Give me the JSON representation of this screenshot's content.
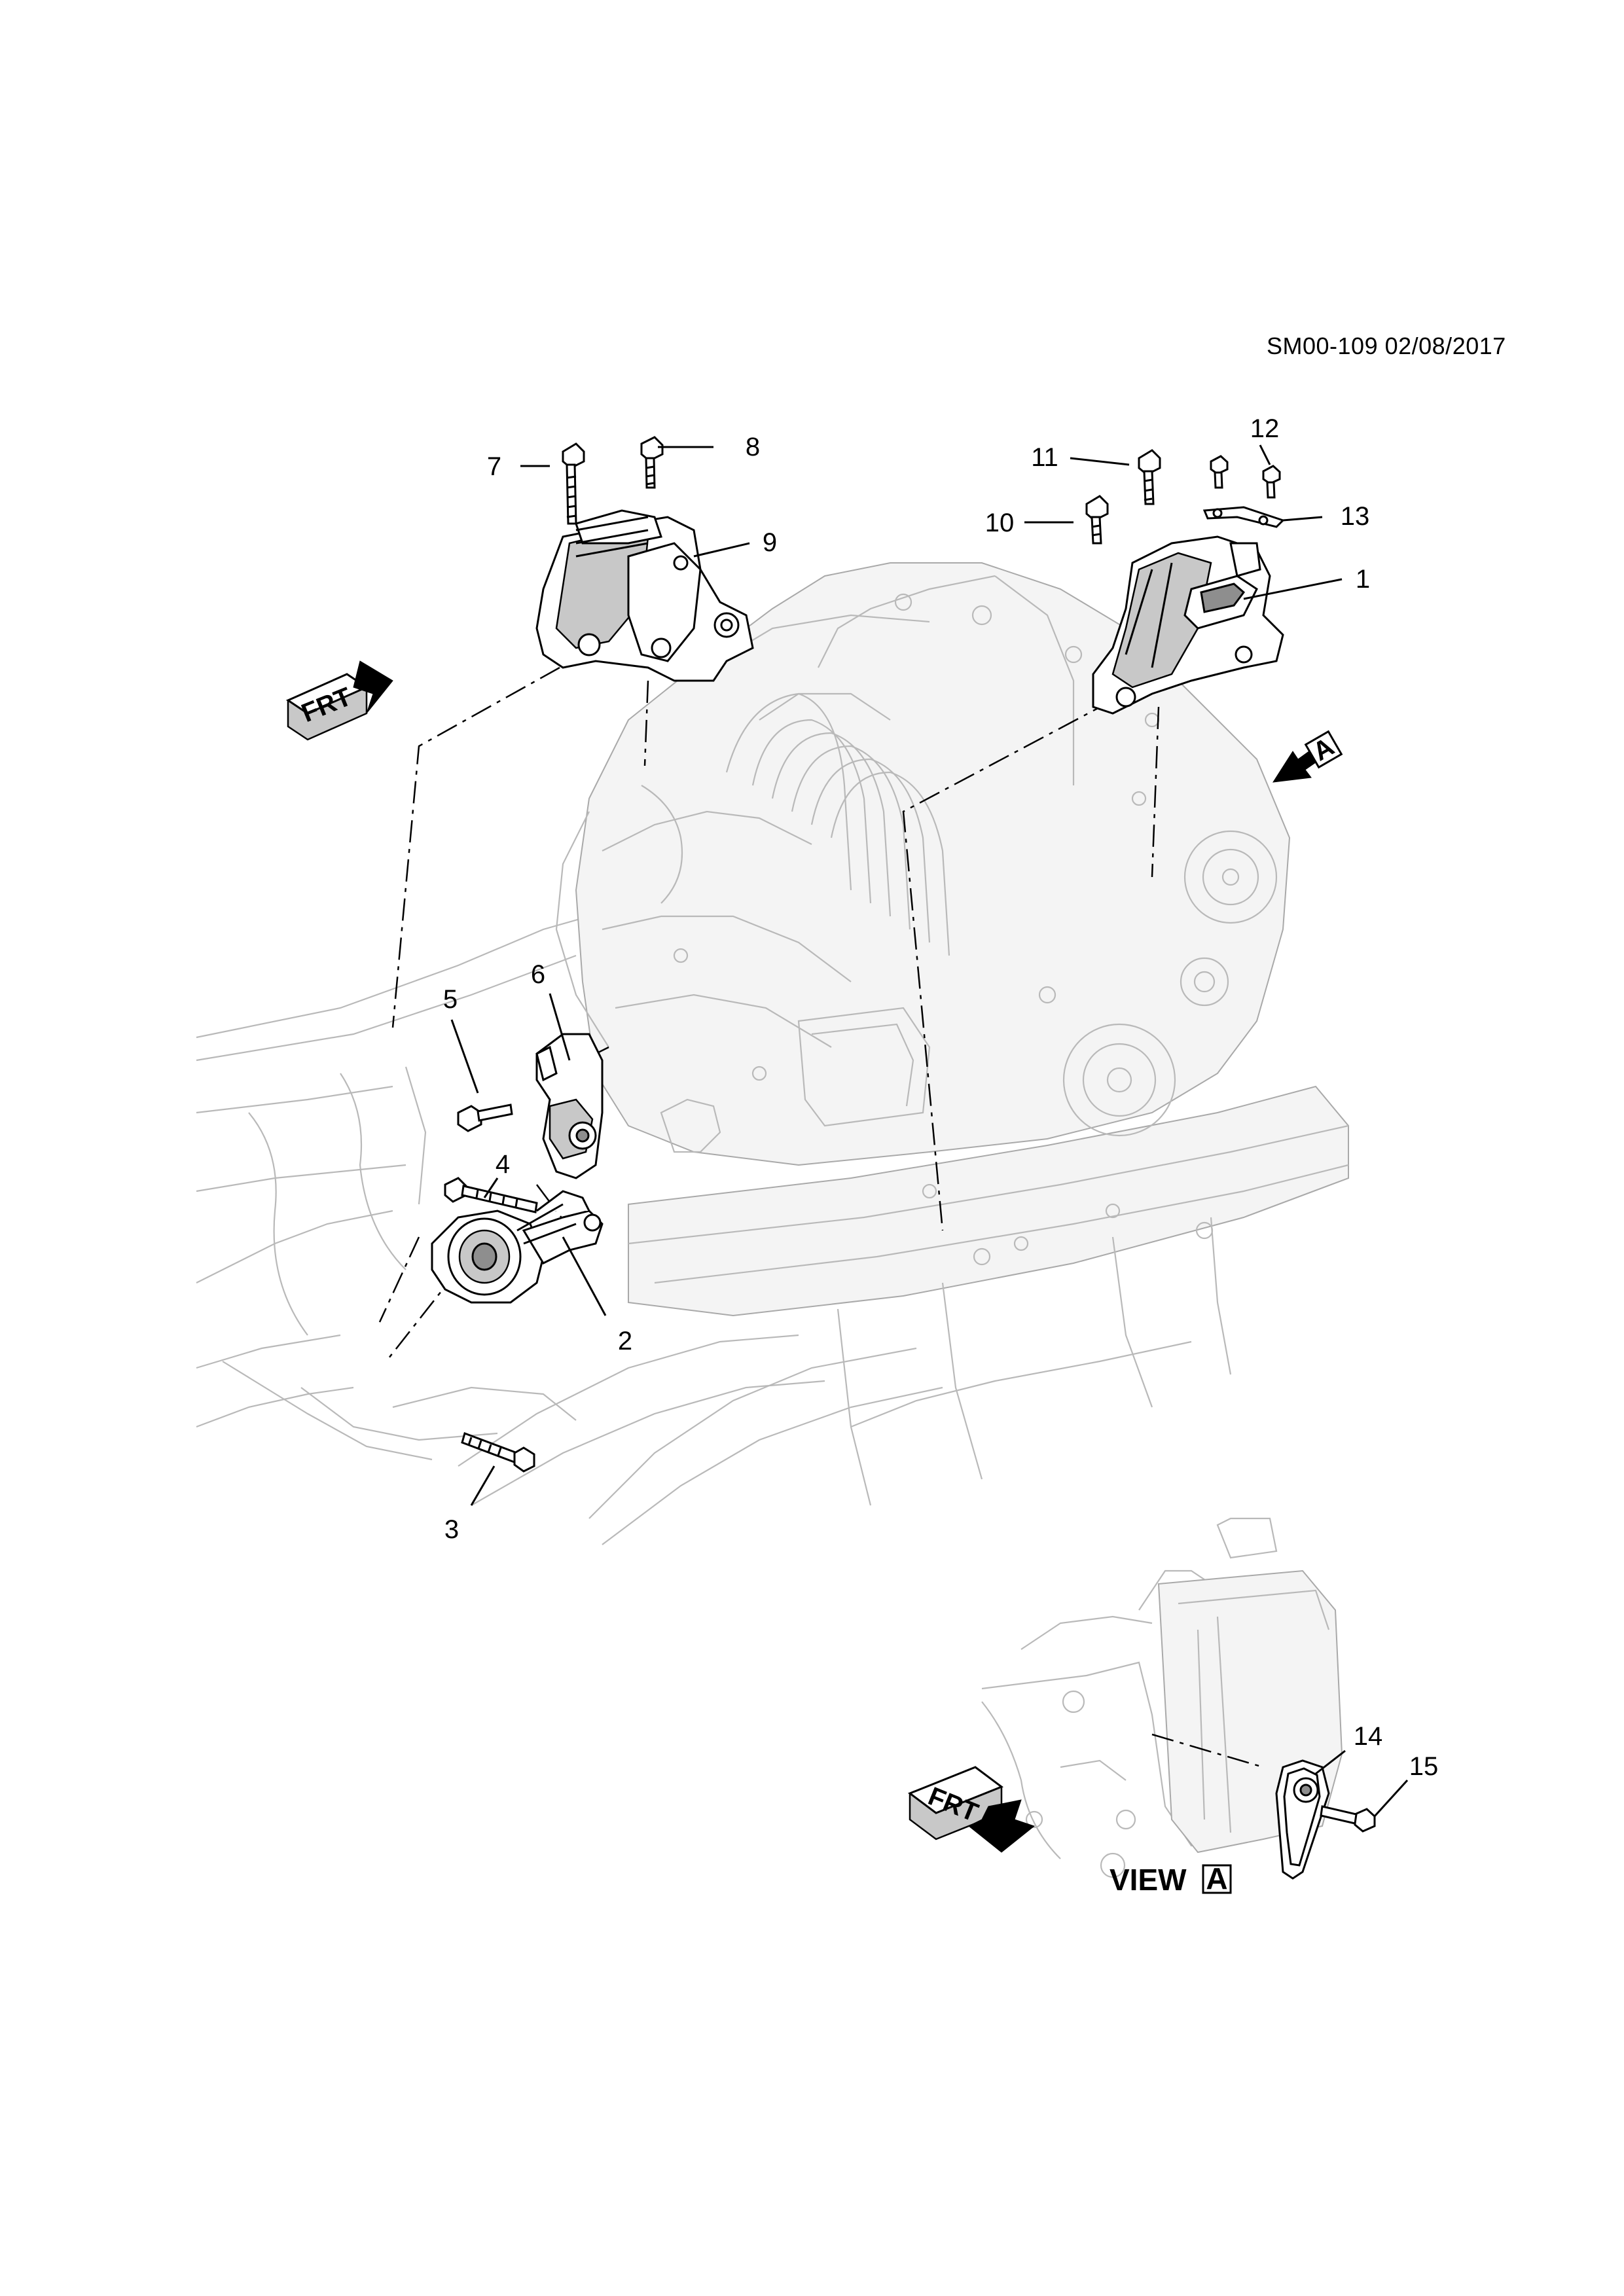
{
  "document": {
    "code": "SM00-109 02/08/2017"
  },
  "callouts": [
    {
      "id": "1",
      "label": "1"
    },
    {
      "id": "2",
      "label": "2"
    },
    {
      "id": "3",
      "label": "3"
    },
    {
      "id": "4",
      "label": "4"
    },
    {
      "id": "5",
      "label": "5"
    },
    {
      "id": "6",
      "label": "6"
    },
    {
      "id": "7",
      "label": "7"
    },
    {
      "id": "8",
      "label": "8"
    },
    {
      "id": "9",
      "label": "9"
    },
    {
      "id": "10",
      "label": "10"
    },
    {
      "id": "11",
      "label": "11"
    },
    {
      "id": "12",
      "label": "12"
    },
    {
      "id": "13",
      "label": "13"
    },
    {
      "id": "14",
      "label": "14"
    },
    {
      "id": "15",
      "label": "15"
    }
  ],
  "view_marker": {
    "letter": "A",
    "view_label": "VIEW",
    "view_letter": "A"
  },
  "front_indicator": {
    "label": "FRT"
  },
  "colors": {
    "ink": "#000000",
    "ghost_line": "#b9b9b9",
    "part_shade": "#8e8e8e",
    "background": "#ffffff"
  }
}
